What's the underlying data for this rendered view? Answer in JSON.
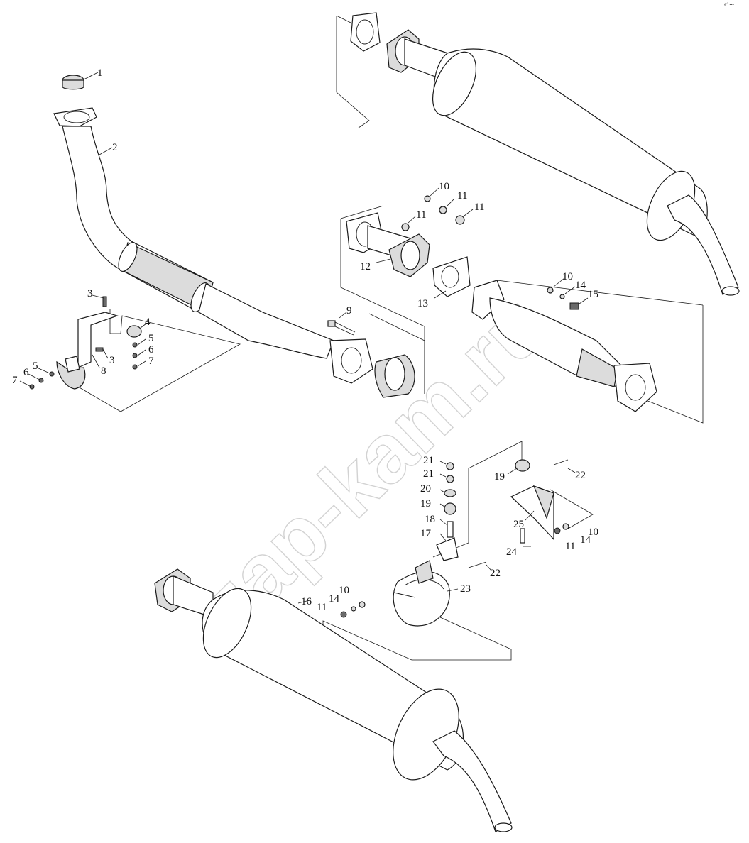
{
  "watermark": "zap-kam.ru",
  "corner_mark": "e° ▪▪▪",
  "callouts": {
    "c1": "1",
    "c2": "2",
    "c3a": "3",
    "c3b": "3",
    "c4": "4",
    "c5a": "5",
    "c5b": "5",
    "c6a": "6",
    "c6b": "6",
    "c7a": "7",
    "c7b": "7",
    "c8": "8",
    "c9": "9",
    "c10a": "10",
    "c10b": "10",
    "c10c": "10",
    "c10d": "10",
    "c11a": "11",
    "c11b": "11",
    "c11c": "11",
    "c11d": "11",
    "c11e": "11",
    "c12": "12",
    "c13": "13",
    "c14a": "14",
    "c14b": "14",
    "c14c": "14",
    "c15": "15",
    "c16": "16",
    "c17": "17",
    "c18": "18",
    "c19a": "19",
    "c19b": "19",
    "c20": "20",
    "c21a": "21",
    "c21b": "21",
    "c22a": "22",
    "c22b": "22",
    "c23": "23",
    "c24": "24",
    "c25": "25"
  }
}
